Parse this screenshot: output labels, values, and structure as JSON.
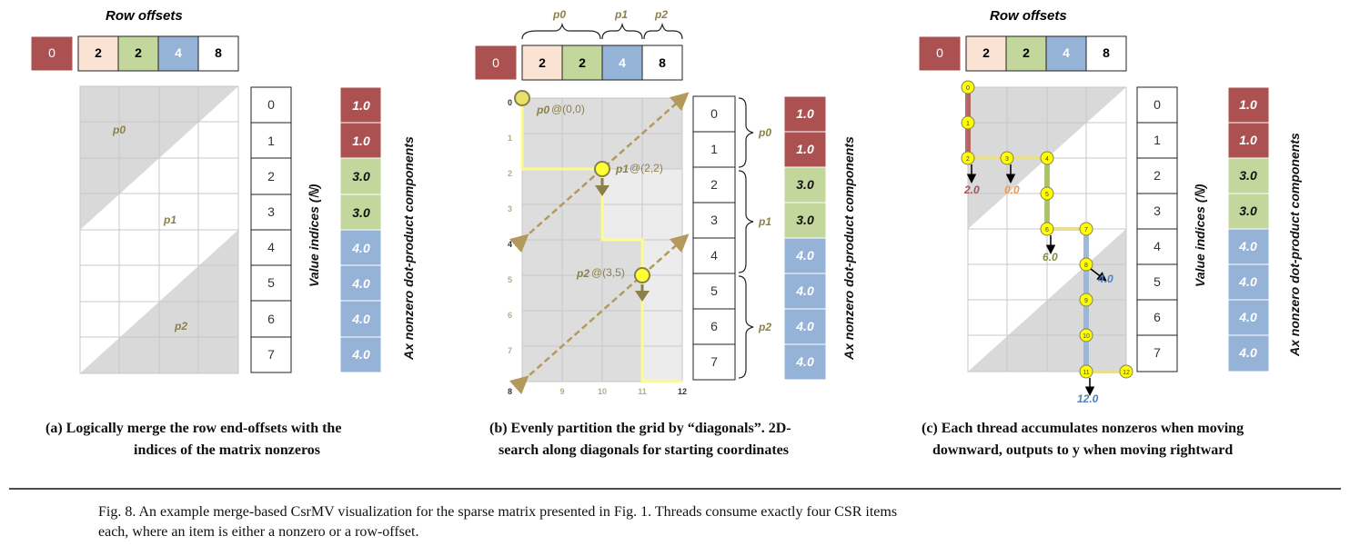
{
  "colors": {
    "red": "#ab5151",
    "peach": "#fbe3d4",
    "green": "#c3d69b",
    "blue": "#95b3d7",
    "grid_fill": "#d9d9d9",
    "path_gold": "#8b8049",
    "node_yellow": "#ffff00",
    "out_red": "#ab5151",
    "out_orange": "#f79646",
    "out_green": "#77933c",
    "out_blue": "#4f81bd"
  },
  "row_offsets": {
    "title": "Row offsets",
    "cells": [
      "0",
      "2",
      "2",
      "4",
      "8"
    ]
  },
  "value_indices": {
    "label": "Value indices (ℕ)",
    "cells": [
      "0",
      "1",
      "2",
      "3",
      "4",
      "5",
      "6",
      "7"
    ]
  },
  "ax_components": {
    "label": "Ax nonzero dot-product components",
    "cells": [
      "1.0",
      "1.0",
      "3.0",
      "3.0",
      "4.0",
      "4.0",
      "4.0",
      "4.0"
    ]
  },
  "partitions": [
    "p0",
    "p1",
    "p2"
  ],
  "panel_b": {
    "left_ticks": [
      "0",
      "1",
      "2",
      "3",
      "4",
      "5",
      "6",
      "7",
      "8"
    ],
    "bottom_ticks": [
      "9",
      "10",
      "11",
      "12"
    ],
    "coords": [
      "@(0,0)",
      "@(2,2)",
      "@(3,5)"
    ]
  },
  "panel_c": {
    "nodes": [
      "0",
      "1",
      "2",
      "3",
      "4",
      "5",
      "6",
      "7",
      "8",
      "9",
      "10",
      "11",
      "12"
    ],
    "outputs": [
      "2.0",
      "0.0",
      "6.0",
      "4.0",
      "12.0"
    ]
  },
  "captions": {
    "a_line1": "(a) Logically merge the row end-offsets with the",
    "a_line2": "indices of the matrix nonzeros",
    "b_line1": "(b) Evenly partition the grid by “diagonals”.  2D-",
    "b_line2": "search along diagonals for starting coordinates",
    "c_line1": "(c) Each thread accumulates nonzeros when moving",
    "c_line2": "downward, outputs to y when moving rightward"
  },
  "figure_caption": {
    "line1": "Fig. 8.  An example merge-based CsrMV visualization for the sparse matrix presented in Fig. 1.  Threads consume exactly four CSR items",
    "line2": "each, where an item is either a nonzero or a row-offset."
  }
}
